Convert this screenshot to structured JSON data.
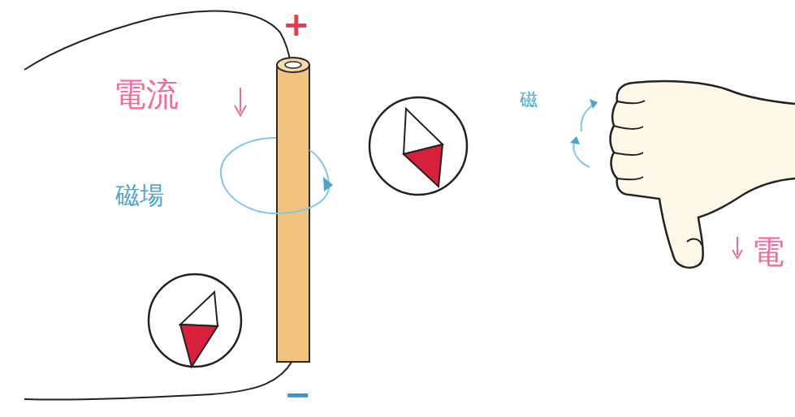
{
  "diagram": {
    "labels": [
      "+",
      "電流",
      "磁場",
      "−",
      "磁",
      "電"
    ]
  }
}
